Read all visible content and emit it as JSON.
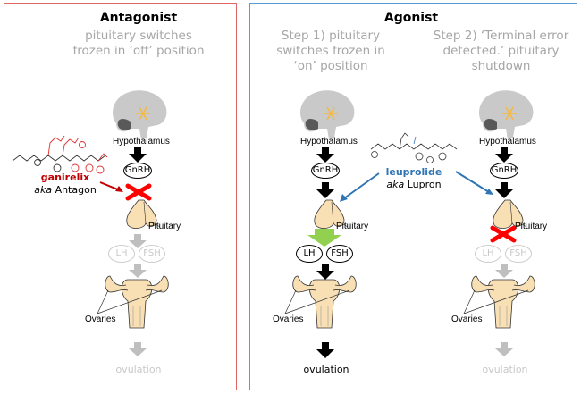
{
  "colors": {
    "antagonist_border": "#e06666",
    "agonist_border": "#5b9bd5",
    "ganirelix_red": "#c00000",
    "leuprolide_blue": "#2e75b6",
    "active_arrow": "#000000",
    "inactive_arrow": "#bfbfbf",
    "surge_arrow": "#92d050",
    "block_cross": "#ff0000"
  },
  "antagonist": {
    "title": "Antagonist",
    "subtitle_line1": "pituitary switches",
    "subtitle_line2": "frozen in ‘off’ position",
    "drug_name": "ganirelix",
    "drug_aka_prefix": "aka",
    "drug_aka_name": "Antagon",
    "hypothalamus_label": "Hypothalamus",
    "gnrh_label": "GnRH",
    "pituitary_label": "Pituitary",
    "lh_label": "LH",
    "fsh_label": "FSH",
    "ovaries_label": "Ovaries",
    "outcome_label": "ovulation"
  },
  "agonist": {
    "title": "Agonist",
    "drug_name": "leuprolide",
    "drug_aka_prefix": "aka",
    "drug_aka_name": "Lupron",
    "step1": {
      "subtitle_line1": "Step 1) pituitary",
      "subtitle_line2": "switches frozen in",
      "subtitle_line3": "‘on’ position",
      "hypothalamus_label": "Hypothalamus",
      "gnrh_label": "GnRH",
      "pituitary_label": "Pituitary",
      "lh_label": "LH",
      "fsh_label": "FSH",
      "ovaries_label": "Ovaries",
      "outcome_label": "ovulation"
    },
    "step2": {
      "subtitle_line1": "Step 2) ‘Terminal error",
      "subtitle_line2": "detected.’ pituitary",
      "subtitle_line3": "shutdown",
      "hypothalamus_label": "Hypothalamus",
      "gnrh_label": "GnRH",
      "pituitary_label": "Pituitary",
      "lh_label": "LH",
      "fsh_label": "FSH",
      "ovaries_label": "Ovaries",
      "outcome_label": "ovulation"
    }
  }
}
